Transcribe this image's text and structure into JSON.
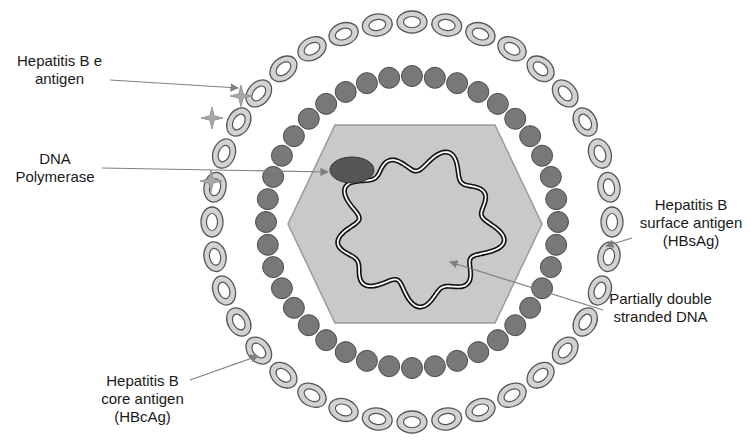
{
  "diagram": {
    "labels": [
      "Hepatitis B e antigen",
      "DNA Polymerase",
      "Hepatitis B surface antigen (HBsAg)",
      "Partially double stranded DNA",
      "Hepatitis B core antigen (HBcAg)"
    ]
  }
}
